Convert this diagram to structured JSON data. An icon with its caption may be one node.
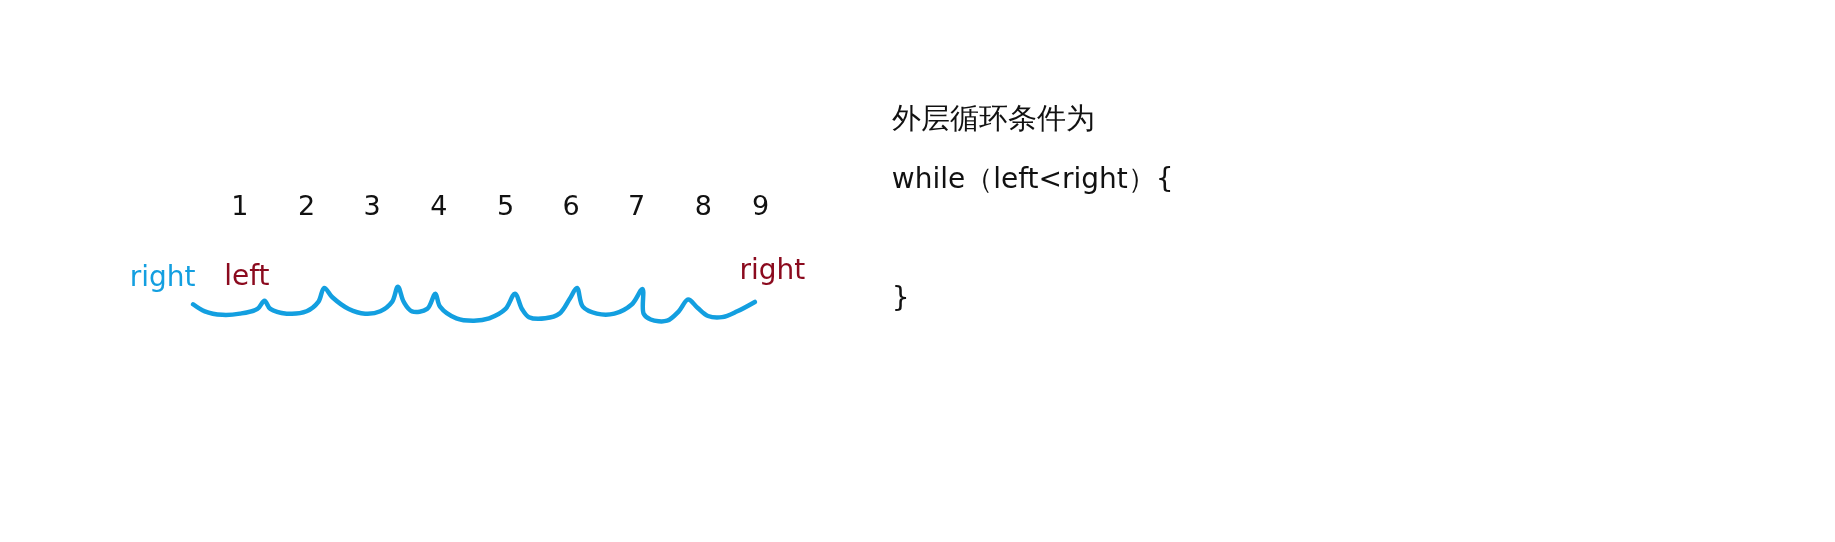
{
  "diagram": {
    "labels": [
      "1",
      "2",
      "3",
      "4",
      "5",
      "6",
      "7",
      "8",
      "9",
      "right",
      "left",
      "right",
      "外层循环条件为",
      "while（left<right）{",
      "}"
    ]
  }
}
